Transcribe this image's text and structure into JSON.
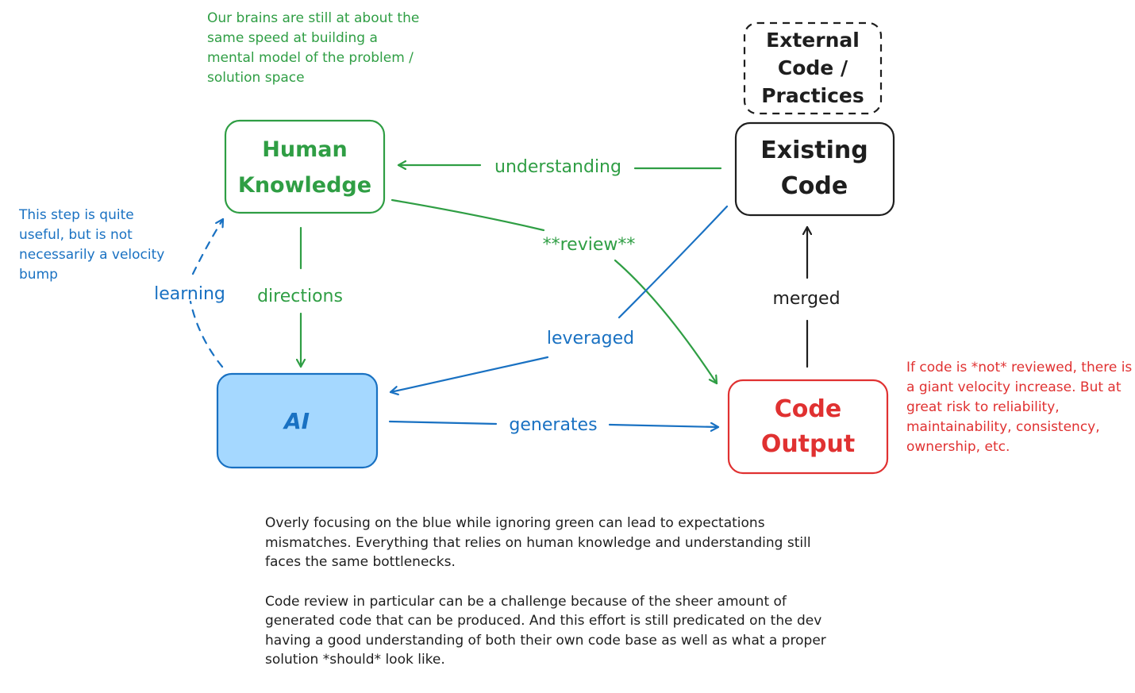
{
  "nodes": {
    "human_knowledge": {
      "lines": [
        "Human",
        "Knowledge"
      ],
      "color": "#2f9e44"
    },
    "ai": {
      "lines": [
        "AI"
      ],
      "color": "#1971c2",
      "fill": "#a5d8ff"
    },
    "existing_code": {
      "lines": [
        "Existing",
        "Code"
      ],
      "color": "#1e1e1e"
    },
    "external": {
      "lines": [
        "External",
        "Code /",
        "Practices"
      ],
      "color": "#1e1e1e",
      "style": "dashed"
    },
    "code_output": {
      "lines": [
        "Code",
        "Output"
      ],
      "color": "#e03131"
    }
  },
  "edges": {
    "understanding": {
      "label": "understanding",
      "color": "#2f9e44"
    },
    "directions": {
      "label": "directions",
      "color": "#2f9e44"
    },
    "review": {
      "label": "**review**",
      "color": "#2f9e44"
    },
    "leveraged": {
      "label": "leveraged",
      "color": "#1971c2"
    },
    "generates": {
      "label": "generates",
      "color": "#1971c2"
    },
    "learning": {
      "label": "learning",
      "color": "#1971c2",
      "style": "dashed"
    },
    "merged": {
      "label": "merged",
      "color": "#1e1e1e"
    }
  },
  "notes": {
    "brains": "Our brains are still at about the same speed at building a mental model of the problem / solution space",
    "learning_step": "This step is quite useful, but is not necessarily a velocity bump",
    "not_reviewed": "If code is *not* reviewed, there is a giant velocity increase.  But at great risk to reliability, maintainability, consistency, ownership, etc."
  },
  "footer": {
    "paragraph_1": "Overly focusing on the blue while ignoring green can lead to expectations mismatches.  Everything that relies on human knowledge and understanding still faces the same bottlenecks.",
    "paragraph_2": "Code review in particular can be a challenge because of the sheer amount of generated code that can be produced.  And this effort is still predicated on the dev having a good understanding of both their own code base as well as what a proper solution *should* look like."
  }
}
